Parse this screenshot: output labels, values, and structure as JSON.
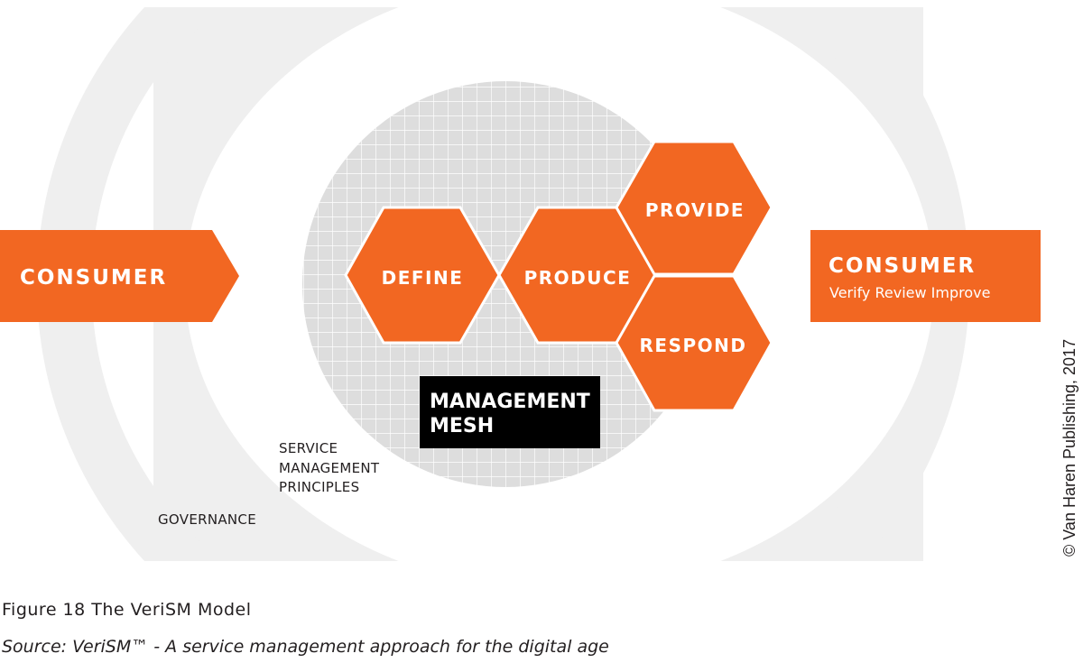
{
  "diagram": {
    "left_consumer": {
      "label": "CONSUMER"
    },
    "right_consumer": {
      "label": "CONSUMER",
      "sublabel": "Verify Review Improve"
    },
    "stages": {
      "define": "DEFINE",
      "produce": "PRODUCE",
      "provide": "PROVIDE",
      "respond": "RESPOND"
    },
    "mesh": {
      "line1": "MANAGEMENT",
      "line2": "MESH"
    },
    "principles": {
      "line1": "SERVICE",
      "line2": "MANAGEMENT",
      "line3": "PRINCIPLES"
    },
    "governance": "GOVERNANCE",
    "copyright": "© Van Haren Publishing, 2017",
    "colors": {
      "orange": "#f26722",
      "ring": "#efefef",
      "mesh": "#dddddd",
      "mesh_label_bg": "#000000"
    }
  },
  "caption": {
    "figure": "Figure 18  The VeriSM Model",
    "source": "Source: VeriSM™ - A service management approach for the digital age"
  }
}
